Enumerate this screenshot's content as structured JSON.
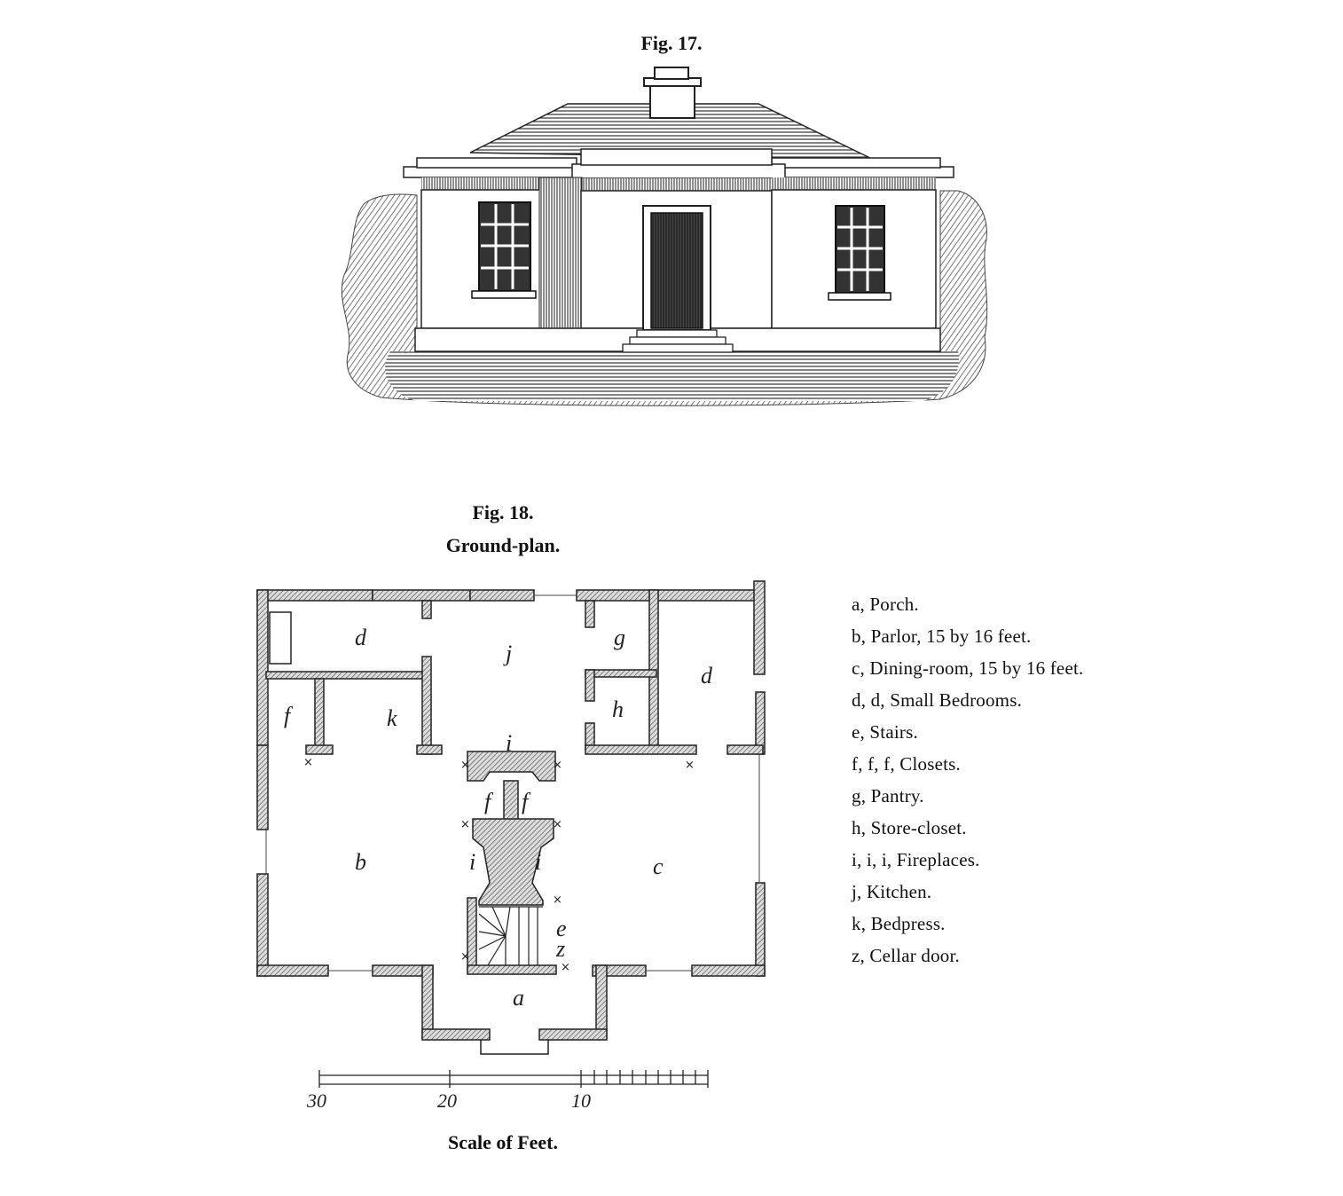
{
  "figure_17": {
    "caption": "Fig. 17."
  },
  "figure_18": {
    "caption": "Fig. 18.",
    "subtitle": "Ground-plan.",
    "room_letters": {
      "porch": "a",
      "parlor": "b",
      "dining_room": "c",
      "bedroom_left": "d",
      "bedroom_right": "d",
      "stairs": "e",
      "closet_left": "f",
      "closet_center_1": "f",
      "closet_center_2": "f",
      "pantry": "g",
      "store_closet": "h",
      "fireplace_top": "i",
      "fireplace_left": "i",
      "fireplace_right": "i",
      "kitchen": "j",
      "bedpress": "k",
      "cellar_door": "z"
    },
    "scale": {
      "caption": "Scale of Feet.",
      "labels": [
        "30",
        "20",
        "10"
      ]
    }
  },
  "legend": [
    "a, Porch.",
    "b, Parlor, 15 by 16 feet.",
    "c, Dining-room, 15 by 16 feet.",
    "d, d, Small Bedrooms.",
    "e, Stairs.",
    "f, f, f, Closets.",
    "g, Pantry.",
    "h, Store-closet.",
    "i, i, i, Fireplaces.",
    "j, Kitchen.",
    "k, Bedpress.",
    "z, Cellar door."
  ]
}
